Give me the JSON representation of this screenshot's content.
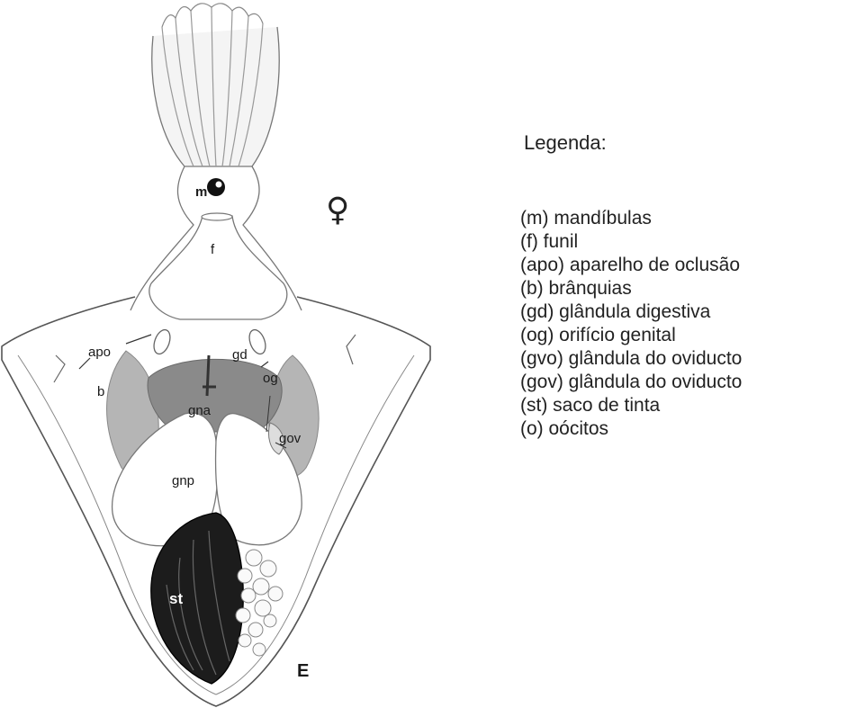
{
  "symbol": "♀",
  "figure_labels": {
    "m": "m",
    "f": "f",
    "apo": "apo",
    "b": "b",
    "gd": "gd",
    "og": "og",
    "gna": "gna",
    "gov": "gov",
    "gnp": "gnp",
    "st": "st",
    "E": "E"
  },
  "legend": {
    "title": "Legenda:",
    "items": [
      "(m) mandíbulas",
      "(f) funil",
      "(apo) aparelho de oclusão",
      "(b) brânquias",
      "(gd) glândula digestiva",
      "(og) orifício genital",
      "(gvo) glândula do oviducto",
      "(gov) glândula do oviducto",
      " (st) saco de tinta",
      " (o) oócitos"
    ]
  },
  "colors": {
    "ink": "#1a1a1a",
    "gland_gray": "#8a8a8a",
    "gill_gray": "#b5b5b5",
    "ink_sac": "#1c1c1c"
  }
}
